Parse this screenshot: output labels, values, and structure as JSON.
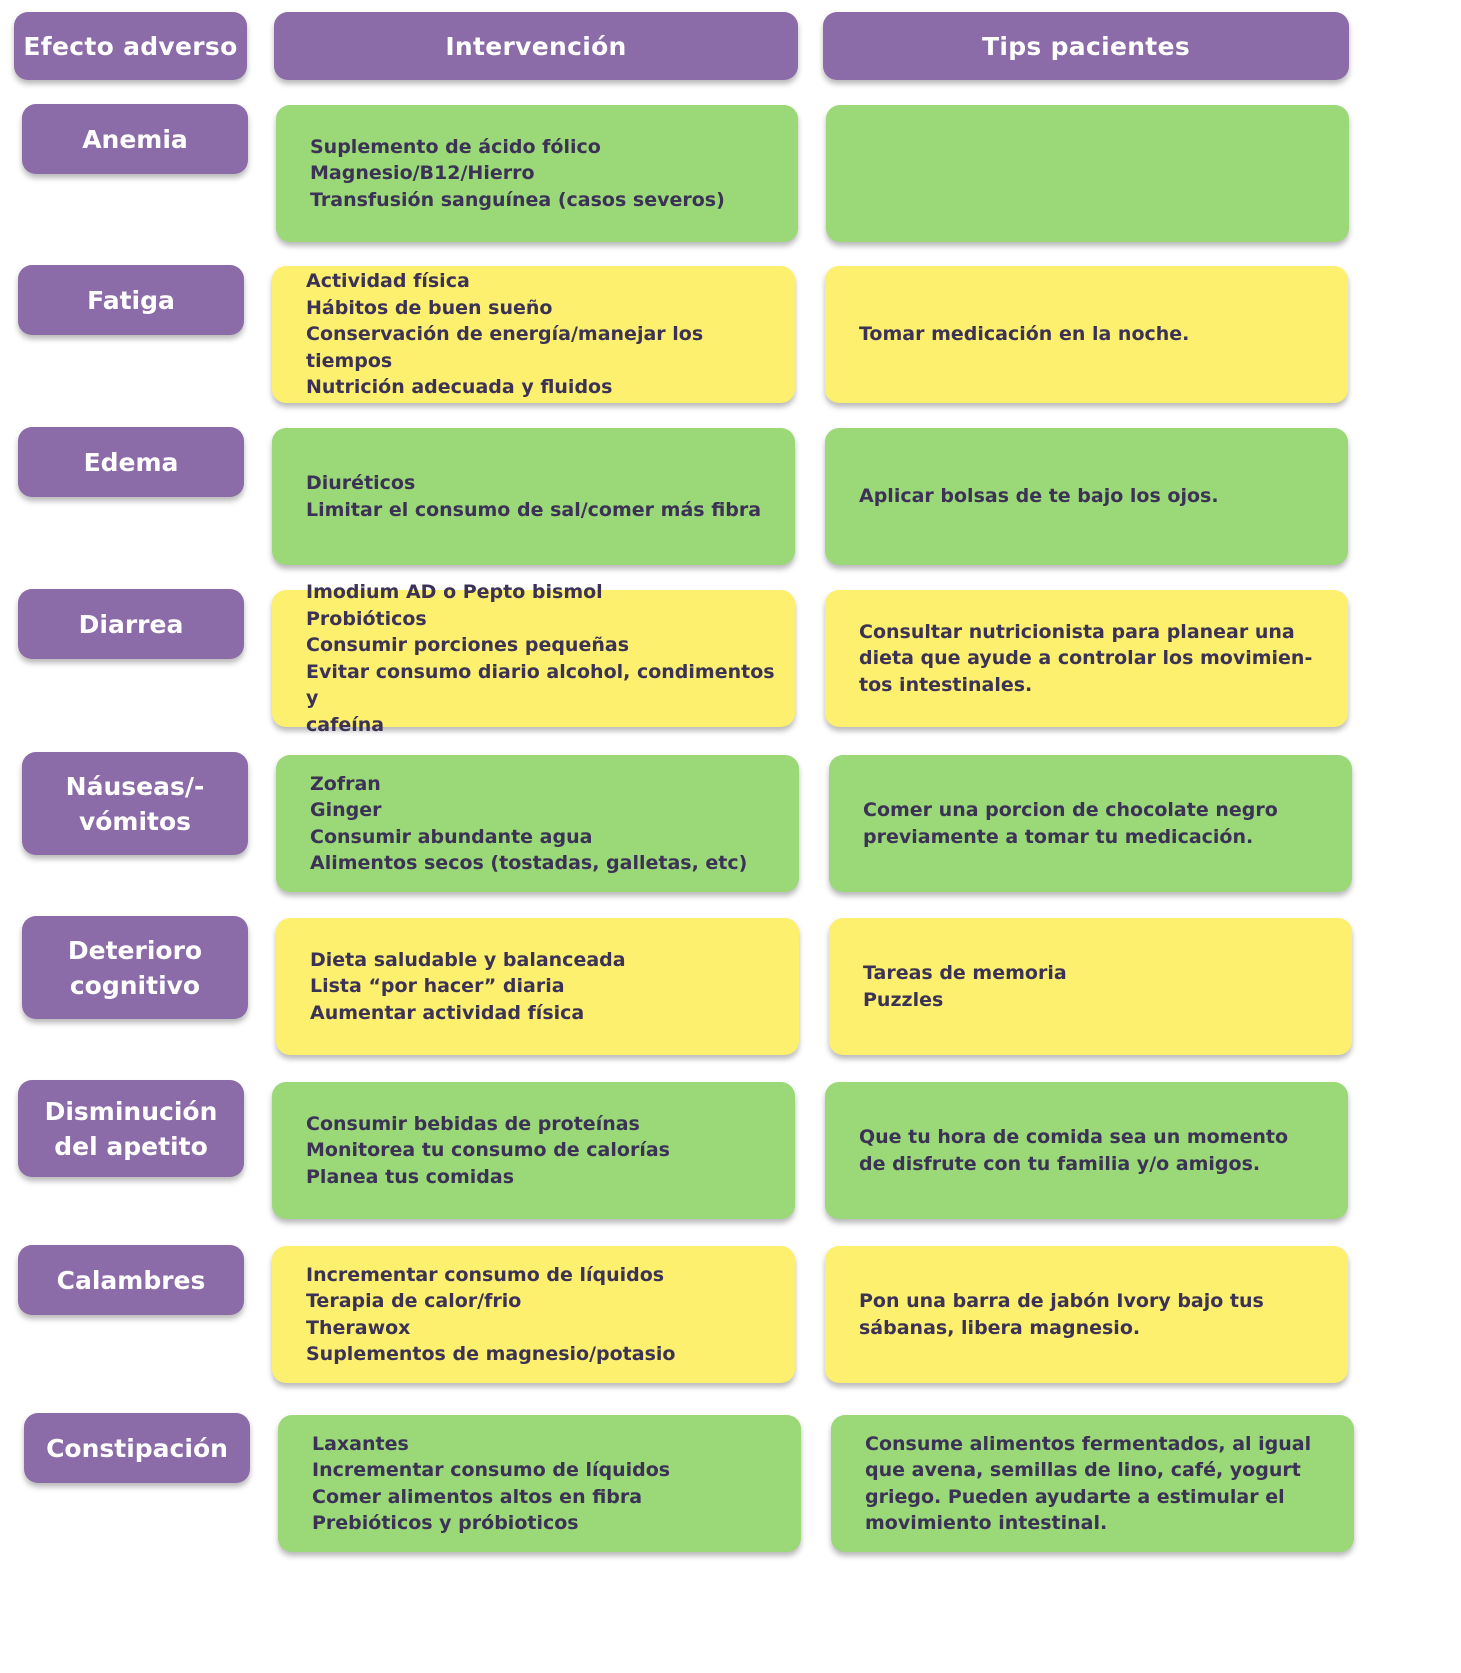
{
  "headers": {
    "efecto": "Efecto adverso",
    "intervencion": "Intervención",
    "tips": "Tips pacientes"
  },
  "colors": {
    "header_purple": "#8b6ba8",
    "green_cell": "#9bd878",
    "yellow_cell": "#fdf06f",
    "text_dark": "#3b3256",
    "header_text": "#ffffff"
  },
  "rows": [
    {
      "effect": "Anemia",
      "color": "green",
      "intervention": [
        "Suplemento de ácido fólico",
        "Magnesio/B12/Hierro",
        "Transfusión sanguínea (casos severos)"
      ],
      "tips": []
    },
    {
      "effect": "Fatiga",
      "color": "yellow",
      "intervention": [
        "Actividad física",
        "Hábitos de buen sueño",
        "Conservación de energía/manejar los tiempos",
        "Nutrición adecuada y fluidos"
      ],
      "tips": [
        "Tomar medicación en la noche."
      ]
    },
    {
      "effect": "Edema",
      "color": "green",
      "intervention": [
        "Diuréticos",
        "Limitar el consumo de sal/comer más fibra"
      ],
      "tips": [
        "Aplicar bolsas de te bajo los ojos."
      ]
    },
    {
      "effect": "Diarrea",
      "color": "yellow",
      "intervention": [
        "Imodium AD o Pepto bismol",
        "Probióticos",
        "Consumir porciones pequeñas",
        "Evitar consumo diario alcohol, condimentos y",
        "cafeína"
      ],
      "tips": [
        "Consultar nutricionista para planear una",
        "dieta que ayude a controlar los movimien-",
        "tos intestinales."
      ]
    },
    {
      "effect": "Náuseas/-\nvómitos",
      "color": "green",
      "intervention": [
        "Zofran",
        "Ginger",
        "Consumir abundante agua",
        "Alimentos secos (tostadas, galletas, etc)"
      ],
      "tips": [
        "Comer una porcion de chocolate negro",
        "previamente a tomar tu medicación."
      ]
    },
    {
      "effect": "Deterioro\ncognitivo",
      "color": "yellow",
      "intervention": [
        "Dieta saludable y balanceada",
        "Lista “por hacer” diaria",
        "Aumentar actividad física"
      ],
      "tips": [
        "Tareas de memoria",
        "Puzzles"
      ]
    },
    {
      "effect": "Disminución\ndel apetito",
      "color": "green",
      "intervention": [
        "Consumir bebidas de proteínas",
        "Monitorea tu consumo de calorías",
        "Planea tus comidas"
      ],
      "tips": [
        "Que tu hora de comida sea un momento",
        "de disfrute con tu familia y/o amigos."
      ]
    },
    {
      "effect": "Calambres",
      "color": "yellow",
      "intervention": [
        "Incrementar consumo de líquidos",
        "Terapia de calor/frio",
        "Therawox",
        "Suplementos de magnesio/potasio"
      ],
      "tips": [
        "Pon una barra de jabón Ivory bajo tus",
        "sábanas, libera magnesio."
      ]
    },
    {
      "effect": "Constipación",
      "color": "green",
      "intervention": [
        "Laxantes",
        "Incrementar consumo de líquidos",
        "Comer alimentos altos en fibra",
        "Prebióticos y próbioticos"
      ],
      "tips": [
        "Consume alimentos fermentados, al igual",
        "que avena, semillas de lino, café, yogurt",
        "griego. Pueden ayudarte a estimular el",
        "movimiento intestinal."
      ]
    }
  ]
}
